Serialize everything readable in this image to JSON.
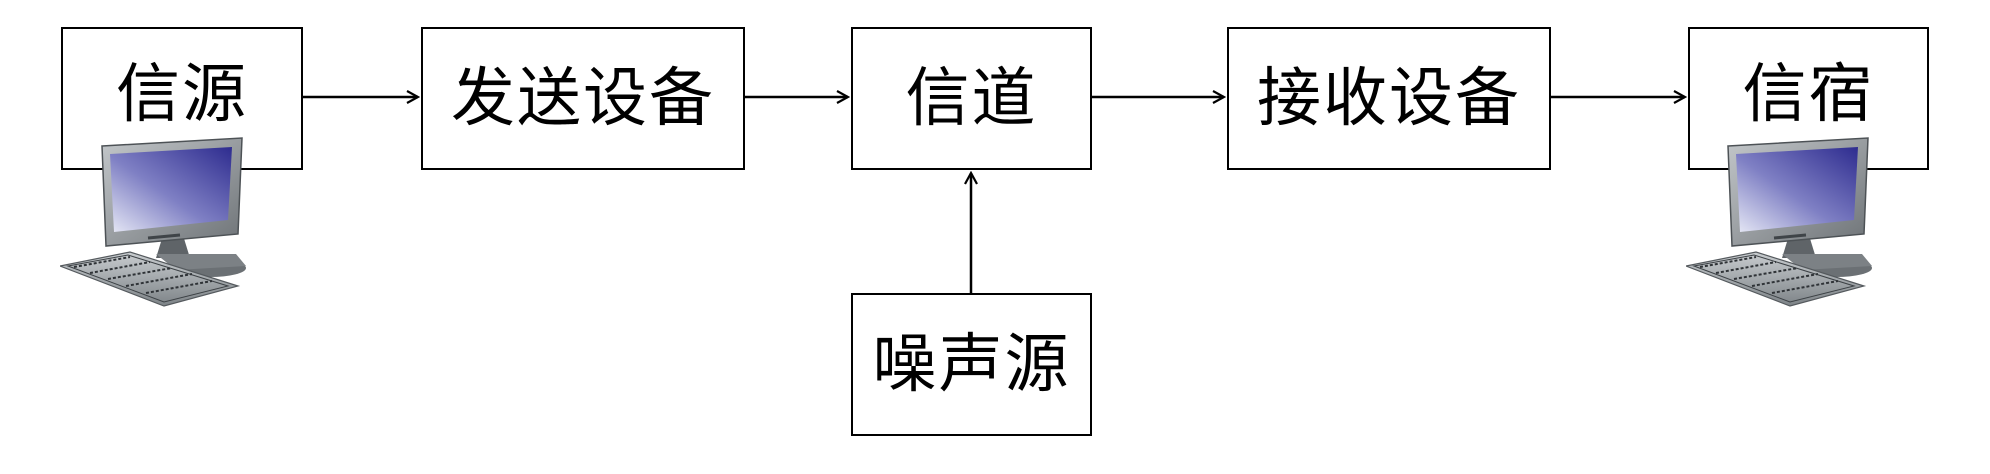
{
  "blocks": {
    "source": "信源",
    "transmitter": "发送设备",
    "channel": "信道",
    "receiver": "接收设备",
    "sink": "信宿",
    "noise": "噪声源"
  },
  "icons": {
    "left": "desktop-computer-icon",
    "right": "desktop-computer-icon"
  },
  "colors": {
    "line": "#000000",
    "screen_top": "#2e2c8f",
    "screen_bottom": "#d9dcf0",
    "monitor_body": "#8f9498",
    "keyboard": "#9aa0a4"
  }
}
